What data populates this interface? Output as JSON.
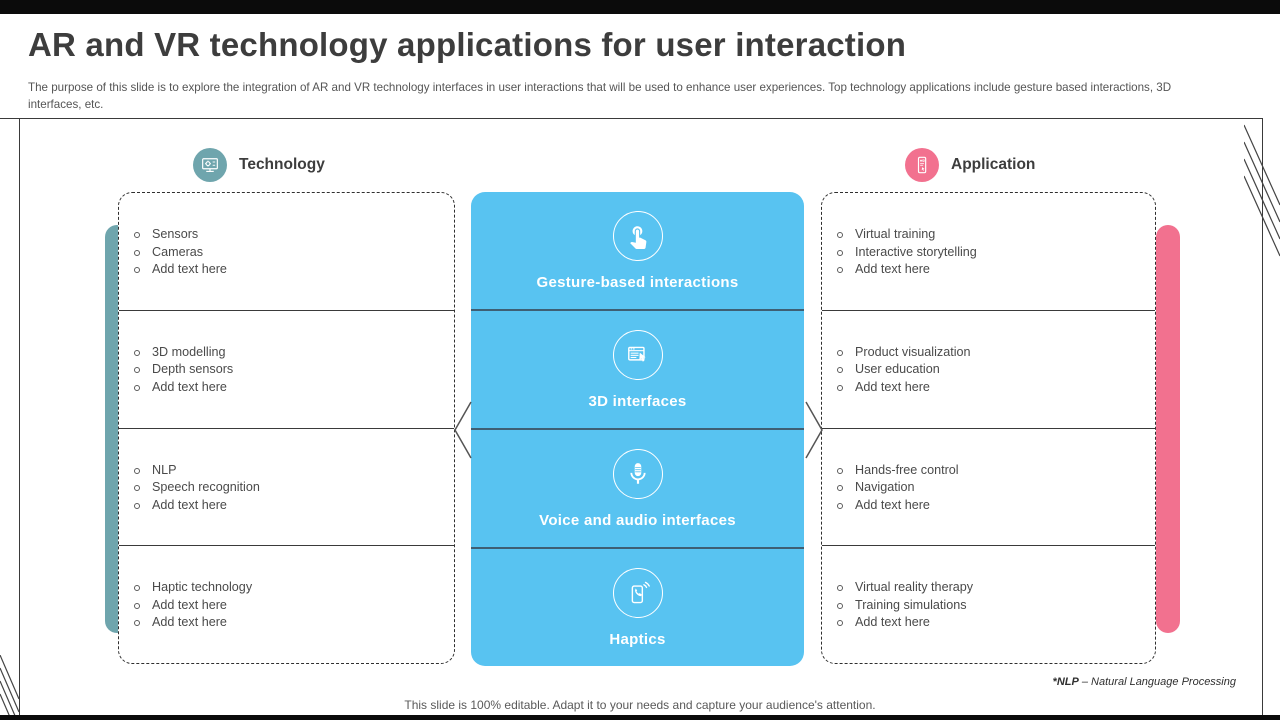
{
  "slide": {
    "title": "AR and VR technology applications for user interaction",
    "subtitle": "The purpose of this slide is to explore the integration of AR  and VR  technology interfaces in user interactions that will be used to enhance user experiences. Top technology applications include gesture based interactions, 3D interfaces, etc.",
    "footnote_bold": "*NLP",
    "footnote_rest": " – Natural Language Processing",
    "footer": "This slide is 100% editable. Adapt it to your needs and capture your audience's attention."
  },
  "colors": {
    "accent_blue": "#58C3F1",
    "accent_teal": "#6FA5AD",
    "accent_pink": "#F2718F",
    "frame_line": "#3a3a3a",
    "text_dark": "#3d3d3d",
    "text_body": "#555555"
  },
  "headers": {
    "technology": {
      "label": "Technology",
      "icon": "monitor-gear-icon"
    },
    "application": {
      "label": "Application",
      "icon": "smartphone-app-icon"
    }
  },
  "center": {
    "rows": [
      {
        "label": "Gesture-based interactions",
        "icon": "tap-gesture-icon"
      },
      {
        "label": "3D interfaces",
        "icon": "screen-pointer-icon"
      },
      {
        "label": "Voice and audio interfaces",
        "icon": "microphone-icon"
      },
      {
        "label": "Haptics",
        "icon": "vibrating-phone-icon"
      }
    ]
  },
  "left": {
    "sections": [
      [
        "Sensors",
        "Cameras",
        "Add text here"
      ],
      [
        "3D modelling",
        "Depth sensors",
        "Add text here"
      ],
      [
        "NLP",
        "Speech recognition",
        "Add text here"
      ],
      [
        "Haptic technology",
        "Add text here",
        "Add text here"
      ]
    ]
  },
  "right": {
    "sections": [
      [
        "Virtual training",
        "Interactive storytelling",
        "Add text here"
      ],
      [
        "Product visualization",
        "User education",
        "Add text here"
      ],
      [
        "Hands-free control",
        "Navigation",
        "Add text here"
      ],
      [
        "Virtual reality therapy",
        "Training simulations",
        "Add text here"
      ]
    ]
  }
}
